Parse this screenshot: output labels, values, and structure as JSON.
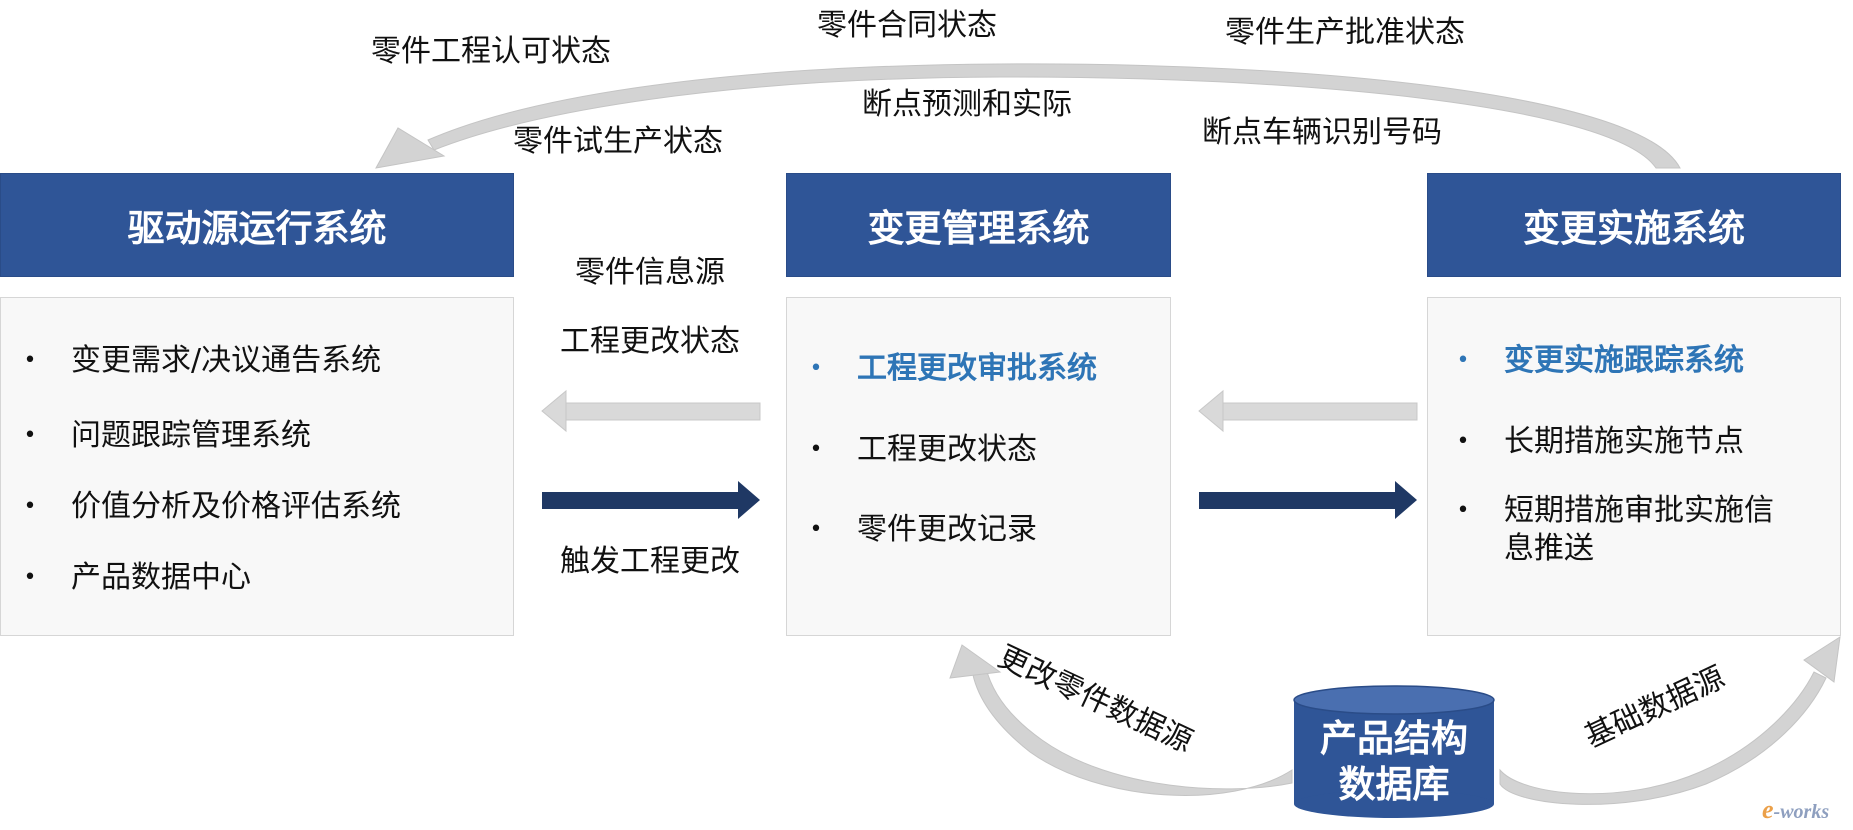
{
  "bullet": "•",
  "systems": {
    "left": {
      "title": "驱动源运行系统",
      "items": [
        "变更需求/决议通告系统",
        "问题跟踪管理系统",
        "价值分析及价格评估系统",
        "产品数据中心"
      ]
    },
    "middle": {
      "title": "变更管理系统",
      "items": [
        "工程更改审批系统",
        "工程更改状态",
        "零件更改记录"
      ],
      "highlighted_item": "工程更改审批系统"
    },
    "right": {
      "title": "变更实施系统",
      "items": [
        "变更实施跟踪系统",
        "长期措施实施节点",
        "短期措施审批实施信息推送"
      ],
      "highlighted_item": "变更实施跟踪系统"
    }
  },
  "flows": {
    "top_arc": [
      "零件工程认可状态",
      "零件合同状态",
      "零件生产批准状态",
      "断点预测和实际",
      "零件试生产状态",
      "断点车辆识别号码"
    ],
    "left_middle": {
      "feedback_labels": [
        "零件信息源",
        "工程更改状态"
      ],
      "trigger_label": "触发工程更改"
    },
    "db_to_middle": "更改零件数据源",
    "db_to_right": "基础数据源"
  },
  "database": {
    "line1": "产品结构",
    "line2": "数据库"
  },
  "logo": {
    "e": "e",
    "rest": "-works"
  },
  "colors": {
    "header_blue": "#2F5597",
    "highlight_blue": "#2E75B6",
    "forward_arrow": "#1F3864",
    "feedback_arrow": "#D9D9D9"
  }
}
